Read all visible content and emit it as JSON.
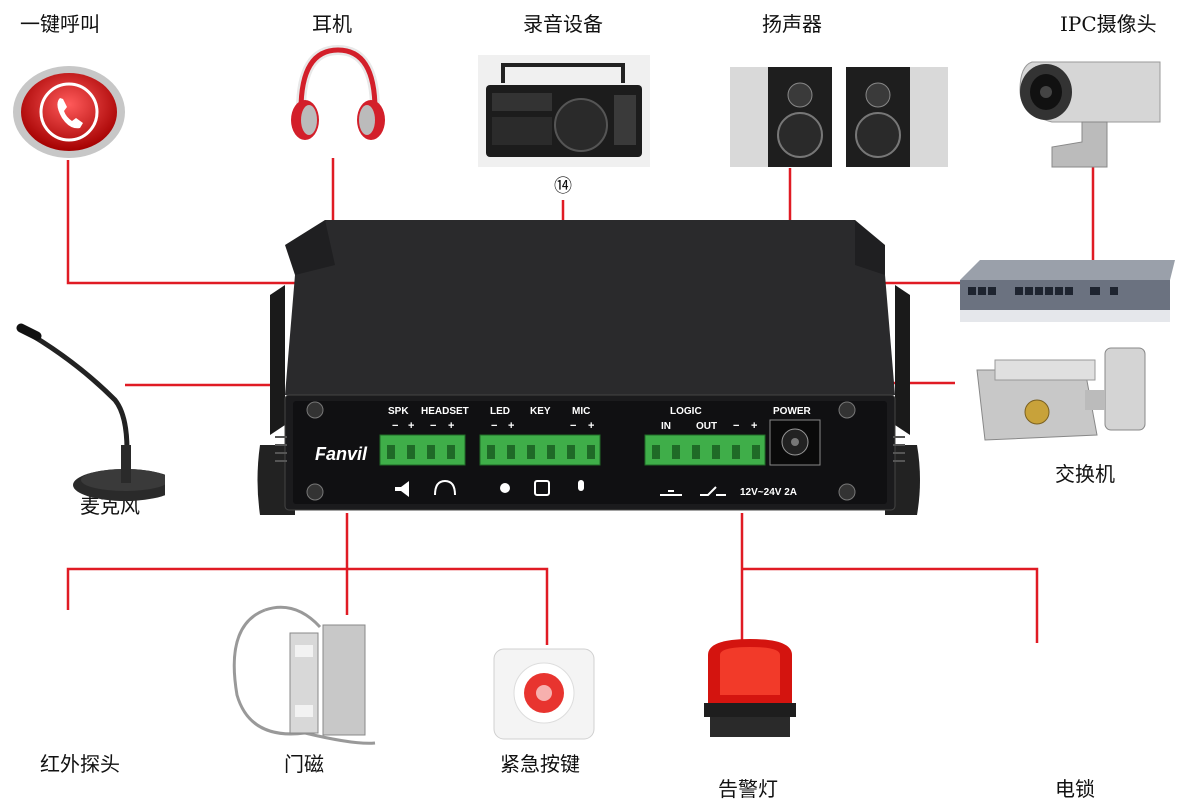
{
  "labels": {
    "one_key_call": "一键呼叫",
    "headphones": "耳机",
    "recorder": "录音设备",
    "speakers": "扬声器",
    "ipc_camera": "IPC摄像头",
    "microphone": "麦克风",
    "switch": "交换机",
    "infrared_probe": "红外探头",
    "door_magnet": "门磁",
    "emergency_button": "紧急按键",
    "alarm_light": "告警灯",
    "electric_lock": "电锁",
    "marker_14": "⑭"
  },
  "device": {
    "brand": "Fanvil",
    "port_spk": "SPK",
    "port_headset": "HEADSET",
    "port_led": "LED",
    "port_key": "KEY",
    "port_mic": "MIC",
    "port_logic": "LOGIC",
    "port_in": "IN",
    "port_out": "OUT",
    "port_power": "POWER",
    "power_rating": "12V~24V 2A",
    "minus": "−",
    "plus": "+"
  },
  "colors": {
    "wire": "#e01b24",
    "device_body": "#2a2a2c",
    "terminal": "#3fae49"
  }
}
